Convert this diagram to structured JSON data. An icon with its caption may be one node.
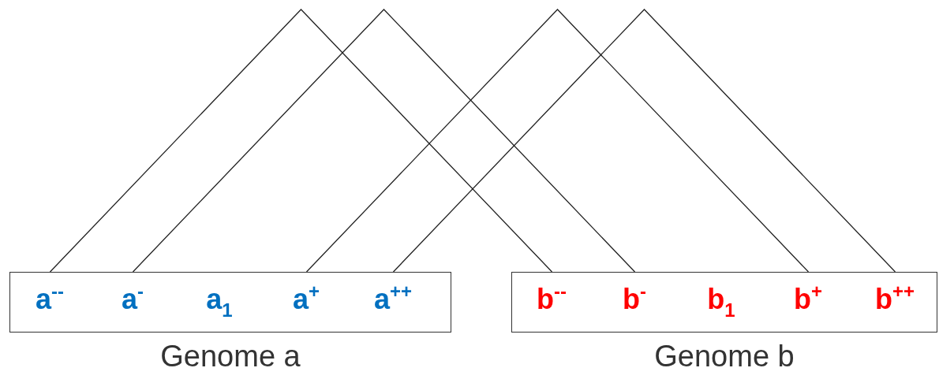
{
  "diagram": {
    "nodes": [
      {
        "text": [
          "Genome a"
        ]
      },
      {
        "text": [
          "a$^{--}$"
        ],
        "in": 0
      },
      {
        "text": [
          "a$^{-}$"
        ],
        "in": 0
      },
      {
        "text": [
          "a$_{1}$"
        ],
        "in": 0
      },
      {
        "text": [
          "a$^{+}$"
        ],
        "in": 0
      },
      {
        "text": [
          "a$^{++}$"
        ],
        "in": 0
      },
      {
        "text": [
          "Genome b"
        ]
      },
      {
        "text": [
          "b$^{--}$"
        ],
        "in": 6
      },
      {
        "text": [
          "b$^{-}$"
        ],
        "in": 6
      },
      {
        "text": [
          "b$_{1}$"
        ],
        "in": 6
      },
      {
        "text": [
          "b$^{+}$"
        ],
        "in": 6
      },
      {
        "text": [
          "b$^{++}$"
        ],
        "in": 6
      }
    ],
    "edges": [
      {
        "from": 1,
        "to": 7,
        "arrow": "none"
      },
      {
        "from": 2,
        "to": 8,
        "arrow": "none"
      },
      {
        "from": 4,
        "to": 10,
        "arrow": "none"
      },
      {
        "from": 5,
        "to": 11,
        "arrow": "none"
      }
    ]
  }
}
